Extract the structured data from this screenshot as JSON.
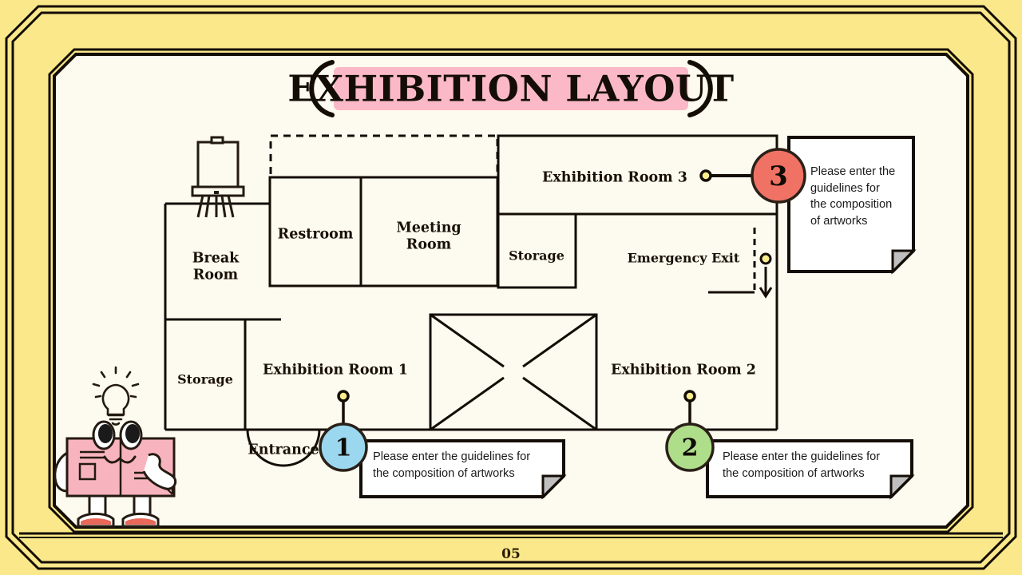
{
  "slide": {
    "title": "EXHIBITION LAYOUT",
    "page_number": "05",
    "colors": {
      "background_pink": "#FFB0B8",
      "frame_yellow": "#FAE88A",
      "canvas_cream": "#FDFAEF",
      "title_highlight_pink": "#FBB9C8",
      "outline_black": "#140D06",
      "marker1_blue": "#9BD8EF",
      "marker2_green": "#AFDE8B",
      "marker3_red": "#F07264",
      "pin_yellow": "#F8EE8C",
      "note_fold_gray": "#BFBFBF",
      "character_pink": "#F8B4BE",
      "shoe_red": "#E8685A"
    }
  },
  "floorplan": {
    "rooms": [
      {
        "id": "break-room",
        "label": "Break\nRoom"
      },
      {
        "id": "restroom",
        "label": "Restroom"
      },
      {
        "id": "meeting-room",
        "label": "Meeting\nRoom"
      },
      {
        "id": "exhibition-room-3",
        "label": "Exhibition Room 3"
      },
      {
        "id": "storage-upper",
        "label": "Storage"
      },
      {
        "id": "emergency-exit",
        "label": "Emergency Exit"
      },
      {
        "id": "storage-lower",
        "label": "Storage"
      },
      {
        "id": "exhibition-room-1",
        "label": "Exhibition Room 1"
      },
      {
        "id": "exhibition-room-2",
        "label": "Exhibition Room 2"
      },
      {
        "id": "entrance",
        "label": "Entrance"
      }
    ]
  },
  "markers": [
    {
      "number": "1",
      "color": "#9BD8EF",
      "note": {
        "line1": "Please enter the guidelines for",
        "line2": "the composition of artworks"
      }
    },
    {
      "number": "2",
      "color": "#AFDE8B",
      "note": {
        "line1": "Please enter the guidelines for",
        "line2": "the composition of artworks"
      }
    },
    {
      "number": "3",
      "color": "#F07264",
      "note": {
        "line1": "Please enter the",
        "line2": "guidelines for",
        "line3": "the composition",
        "line4": "of artworks"
      }
    }
  ],
  "decorations": [
    {
      "id": "easel-icon",
      "name": "easel"
    },
    {
      "id": "lightbulb-icon",
      "name": "lightbulb"
    },
    {
      "id": "book-character",
      "name": "book-mascot"
    }
  ]
}
